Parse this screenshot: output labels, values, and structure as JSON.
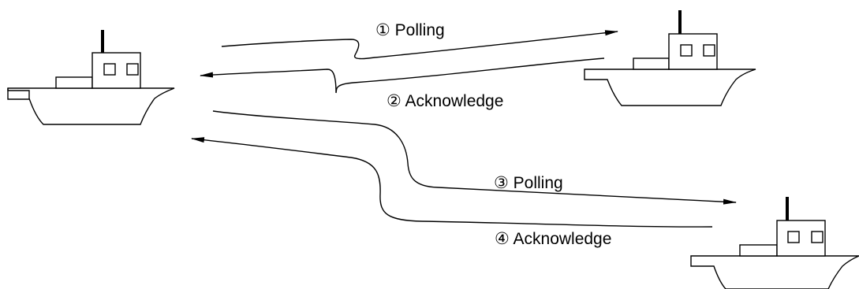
{
  "labels": {
    "step1": "① Polling",
    "step2": "② Acknowledge",
    "step3": "③ Polling",
    "step4": "④ Acknowledge"
  },
  "colors": {
    "stroke": "#000000",
    "background": "#ffffff"
  },
  "icons": {
    "ship": "ship-icon",
    "arrow": "arrowhead"
  }
}
